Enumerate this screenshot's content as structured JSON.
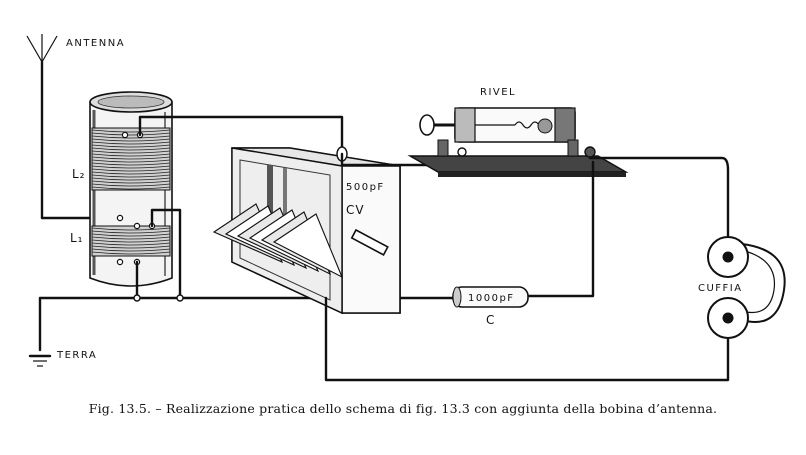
{
  "labels": {
    "antenna": "ANTENNA",
    "rivel": "RIVEL",
    "l2": "L₂",
    "l1": "L₁",
    "cv_value": "500pF",
    "cv": "CV",
    "cuffia": "CUFFIA",
    "terra": "TERRA",
    "c_value": "1000pF",
    "c": "C"
  },
  "caption": "Fig. 13.5. – Realizzazione pratica dello schema di fig. 13.3 con aggiunta della bobina d’antenna."
}
